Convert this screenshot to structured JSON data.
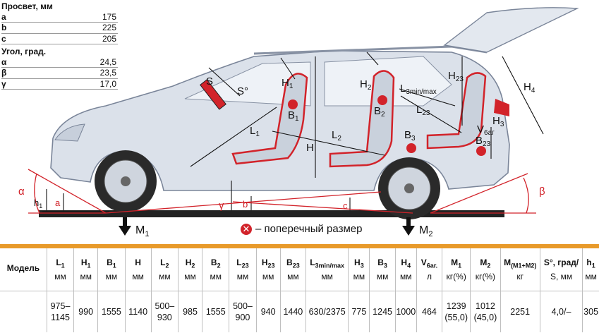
{
  "spec": {
    "clearance_title": "Просвет, мм",
    "clearance": [
      {
        "key": "a",
        "value": "175"
      },
      {
        "key": "b",
        "value": "225"
      },
      {
        "key": "c",
        "value": "205"
      }
    ],
    "angle_title": "Угол, град.",
    "angles": [
      {
        "key": "α",
        "value": "24,5"
      },
      {
        "key": "β",
        "value": "23,5"
      },
      {
        "key": "γ",
        "value": "17,0"
      }
    ]
  },
  "diagram": {
    "labels": {
      "H1": "H",
      "H1s": "1",
      "H2": "H",
      "H2s": "2",
      "H": "H",
      "H23": "H",
      "H23s": "23",
      "H3": "H",
      "H3s": "3",
      "H4": "H",
      "H4s": "4",
      "L1": "L",
      "L1s": "1",
      "L2": "L",
      "L2s": "2",
      "L23": "L",
      "L23s": "23",
      "L3": "L",
      "L3s": "3min/max",
      "B1": "B",
      "B1s": "1",
      "B2": "B",
      "B2s": "2",
      "B3": "B",
      "B3s": "3",
      "B23": "B",
      "B23s": "23",
      "Vbag": "V",
      "Vbags": "6аг",
      "S": "S",
      "Sdeg": "S°",
      "alpha": "α",
      "beta": "β",
      "gamma": "γ",
      "a": "a",
      "b": "b",
      "c": "c",
      "h1": "h",
      "h1s": "1"
    },
    "m1": "M",
    "m1s": "1",
    "m2": "M",
    "m2s": "2",
    "legend_text": "– поперечный размер",
    "legend_icon": "cross-circle-icon"
  },
  "table": {
    "headers": [
      {
        "main": "Модель",
        "sub": "",
        "unit": ""
      },
      {
        "main": "L",
        "sub": "1",
        "unit": "мм"
      },
      {
        "main": "H",
        "sub": "1",
        "unit": "мм"
      },
      {
        "main": "B",
        "sub": "1",
        "unit": "мм"
      },
      {
        "main": "H",
        "sub": "",
        "unit": "мм"
      },
      {
        "main": "L",
        "sub": "2",
        "unit": "мм"
      },
      {
        "main": "H",
        "sub": "2",
        "unit": "мм"
      },
      {
        "main": "B",
        "sub": "2",
        "unit": "мм"
      },
      {
        "main": "L",
        "sub": "23",
        "unit": "мм"
      },
      {
        "main": "H",
        "sub": "23",
        "unit": "мм"
      },
      {
        "main": "B",
        "sub": "23",
        "unit": "мм"
      },
      {
        "main": "L",
        "sub": "3min/max",
        "unit": "мм"
      },
      {
        "main": "H",
        "sub": "3",
        "unit": "мм"
      },
      {
        "main": "B",
        "sub": "3",
        "unit": "мм"
      },
      {
        "main": "H",
        "sub": "4",
        "unit": "мм"
      },
      {
        "main": "V",
        "sub": "6аг.",
        "unit": "л"
      },
      {
        "main": "M",
        "sub": "1",
        "unit": "кг(%)"
      },
      {
        "main": "M",
        "sub": "2",
        "unit": "кг(%)"
      },
      {
        "main": "M",
        "sub": "(M1+M2)",
        "unit": "кг"
      },
      {
        "main": "S°, град/",
        "sub": "",
        "unit": "S, мм"
      },
      {
        "main": "h",
        "sub": "1",
        "unit": "мм"
      }
    ],
    "row": [
      "",
      "975–\n1145",
      "990",
      "1555",
      "1140",
      "500–\n930",
      "985",
      "1555",
      "500–\n900",
      "940",
      "1440",
      "630/2375",
      "775",
      "1245",
      "1000",
      "464",
      "1239\n(55,0)",
      "1012\n(45,0)",
      "2251",
      "4,0/–",
      "305"
    ]
  },
  "colors": {
    "accent": "#e89a2a",
    "red": "#d2232a",
    "car_body": "#dbe1ea",
    "line": "#111111"
  }
}
